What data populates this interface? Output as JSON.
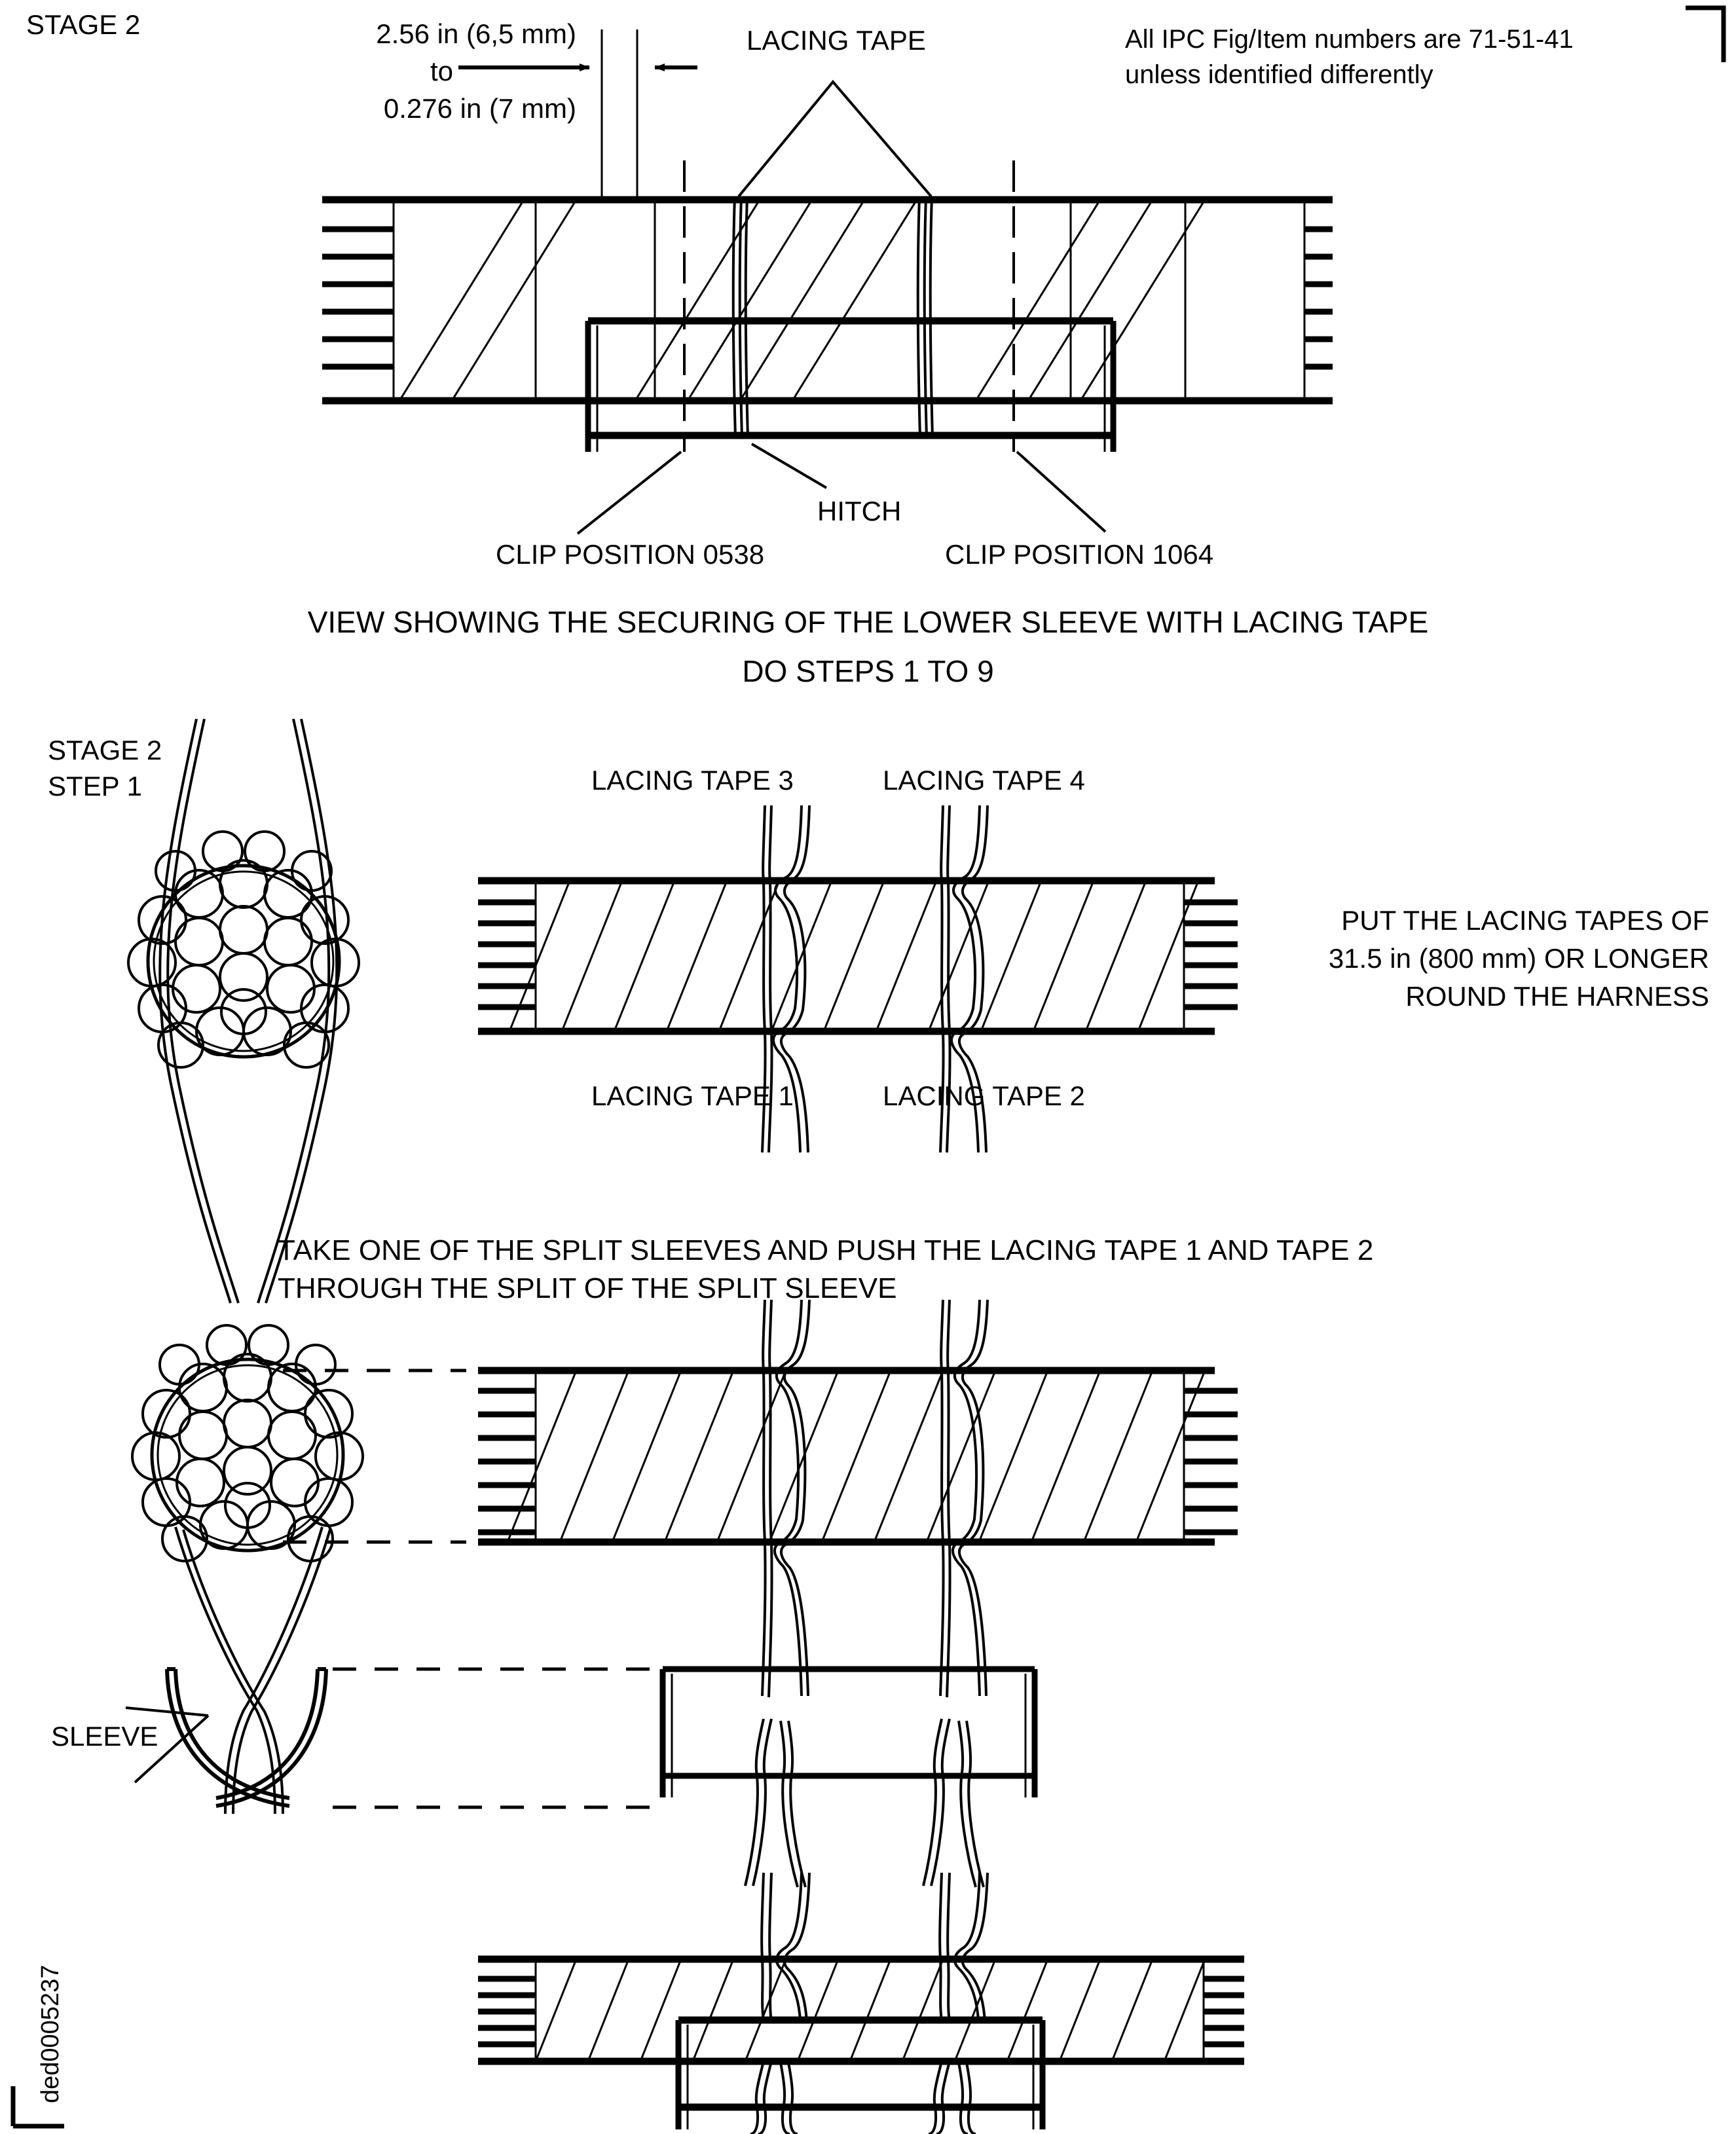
{
  "document": {
    "doc_id": "ded0005237",
    "notes": [
      "All IPC Fig/Item numbers are 71-51-41",
      "unless identified differently"
    ]
  },
  "section_top": {
    "stage_label": "STAGE 2",
    "dimension": {
      "line1": "2.56 in (6,5 mm)",
      "line2": "to",
      "line3": "0.276 in (7 mm)"
    },
    "callouts": {
      "lacing_tape": "LACING TAPE",
      "hitch": "HITCH",
      "clip_left": "CLIP POSITION 0538",
      "clip_right": "CLIP POSITION 1064"
    },
    "caption_line1": "VIEW SHOWING THE SECURING OF THE LOWER SLEEVE WITH LACING TAPE",
    "caption_line2": "DO STEPS 1 TO 9"
  },
  "section_step1": {
    "stage_label_line1": "STAGE 2",
    "stage_label_line2": "STEP 1",
    "tape_labels_top": [
      "LACING TAPE 3",
      "LACING TAPE 4"
    ],
    "tape_labels_bottom": [
      "LACING TAPE 1",
      "LACING TAPE 2"
    ],
    "instruction": [
      "PUT THE LACING TAPES OF",
      "31.5 in (800 mm) OR LONGER",
      "ROUND THE HARNESS"
    ]
  },
  "section_step2": {
    "instruction_line1": "TAKE ONE OF THE SPLIT SLEEVES AND PUSH THE LACING TAPE 1 AND TAPE 2",
    "instruction_line2": "THROUGH THE SPLIT OF THE SPLIT SLEEVE",
    "sleeve_label": "SLEEVE"
  },
  "style": {
    "ink": "#000000",
    "paper": "#ffffff"
  }
}
